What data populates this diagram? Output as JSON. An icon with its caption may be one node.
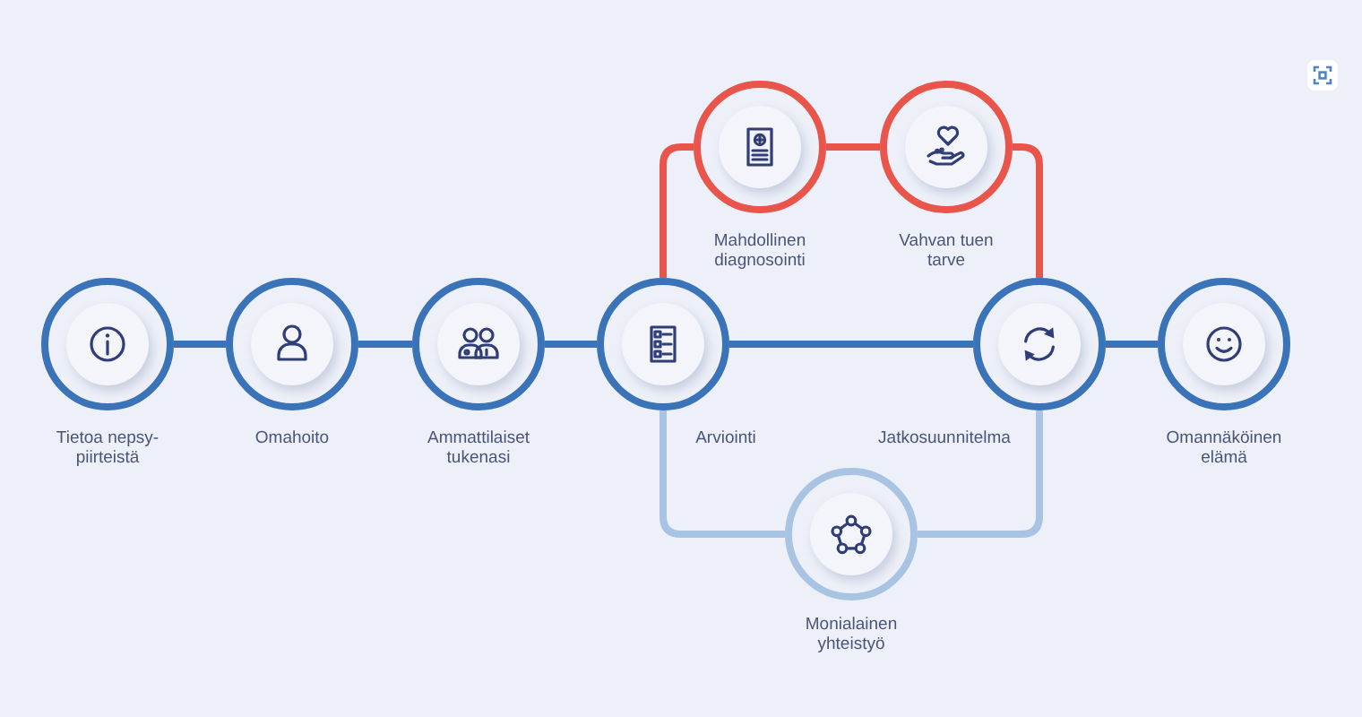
{
  "diagram": {
    "nodes": [
      {
        "text": [
          "Tietoa nepsy-piirteistä"
        ]
      },
      {
        "text": [
          "Omahoito"
        ]
      },
      {
        "text": [
          "Ammattilaiset tukenasi"
        ]
      },
      {
        "text": [
          "Arviointi"
        ]
      },
      {
        "text": [
          "Mahdollinen diagnosointi"
        ]
      },
      {
        "text": [
          "Vahvan tuen tarve"
        ]
      },
      {
        "text": [
          "Jatkosuunnitelma"
        ]
      },
      {
        "text": [
          "Monialainen yhteistyö"
        ]
      },
      {
        "text": [
          "Omannäköinen elämä"
        ]
      }
    ],
    "edges": [
      {
        "from": 0,
        "to": 1,
        "arrow": "none"
      },
      {
        "from": 1,
        "to": 2,
        "arrow": "none"
      },
      {
        "from": 2,
        "to": 3,
        "arrow": "none"
      },
      {
        "from": 3,
        "to": 6,
        "arrow": "none"
      },
      {
        "from": 3,
        "to": 4,
        "arrow": "none",
        "color": "#e9544b"
      },
      {
        "from": 4,
        "to": 5,
        "arrow": "none",
        "color": "#e9544b"
      },
      {
        "from": 5,
        "to": 6,
        "arrow": "none",
        "color": "#e9544b"
      },
      {
        "from": 3,
        "to": 7,
        "arrow": "none",
        "color": "#a9c4e2"
      },
      {
        "from": 7,
        "to": 6,
        "arrow": "none",
        "color": "#a9c4e2"
      },
      {
        "from": 6,
        "to": 8,
        "arrow": "none"
      }
    ]
  }
}
